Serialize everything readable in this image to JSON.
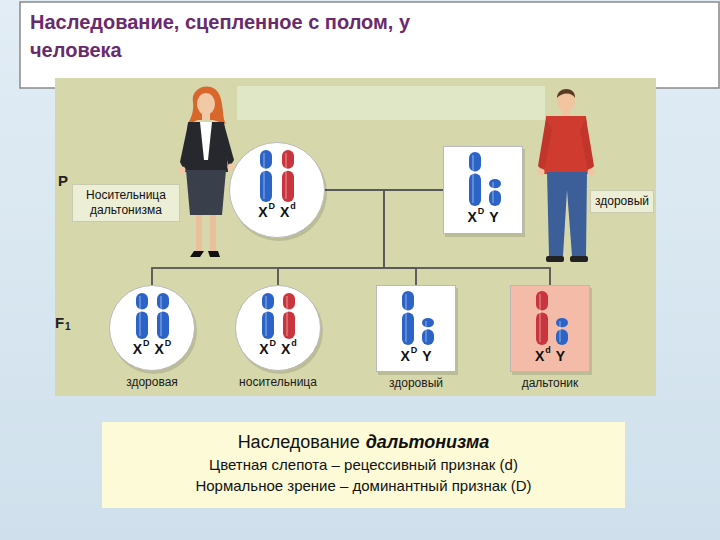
{
  "diagram": {
    "title": "Наследование, сцепленное с полом, у человека",
    "nodes": [
      {
        "text": [
          "Носительница дальтонизма"
        ]
      },
      {
        "text": [
          "X",
          "D",
          "X",
          "d"
        ]
      },
      {
        "text": [
          "X",
          "D",
          "Y"
        ]
      },
      {
        "text": [
          "здоровый"
        ]
      },
      {
        "text": [
          "X",
          "D",
          "X",
          "D",
          "здоровая"
        ]
      },
      {
        "text": [
          "X",
          "D",
          "X",
          "d",
          "носительница"
        ]
      },
      {
        "text": [
          "X",
          "D",
          "Y",
          "здоровый"
        ]
      },
      {
        "text": [
          "X",
          "d",
          "Y",
          "дальтоник"
        ]
      },
      {
        "text": [
          "Наследование",
          "дальтонизма",
          "Цветная слепота – рецессивный признак (d)",
          "Нормальное зрение – доминантный признак (D)"
        ]
      }
    ],
    "edges": [
      {
        "from": 1,
        "to": 4,
        "arrow": "none"
      },
      {
        "from": 1,
        "to": 5,
        "arrow": "none"
      },
      {
        "from": 1,
        "to": 6,
        "arrow": "none"
      },
      {
        "from": 1,
        "to": 7,
        "arrow": "none"
      },
      {
        "from": 2,
        "to": 4,
        "arrow": "none"
      },
      {
        "from": 2,
        "to": 5,
        "arrow": "none"
      },
      {
        "from": 2,
        "to": 6,
        "arrow": "none"
      },
      {
        "from": 2,
        "to": 7,
        "arrow": "none"
      }
    ],
    "labels": [
      "P",
      "F",
      "1"
    ]
  }
}
